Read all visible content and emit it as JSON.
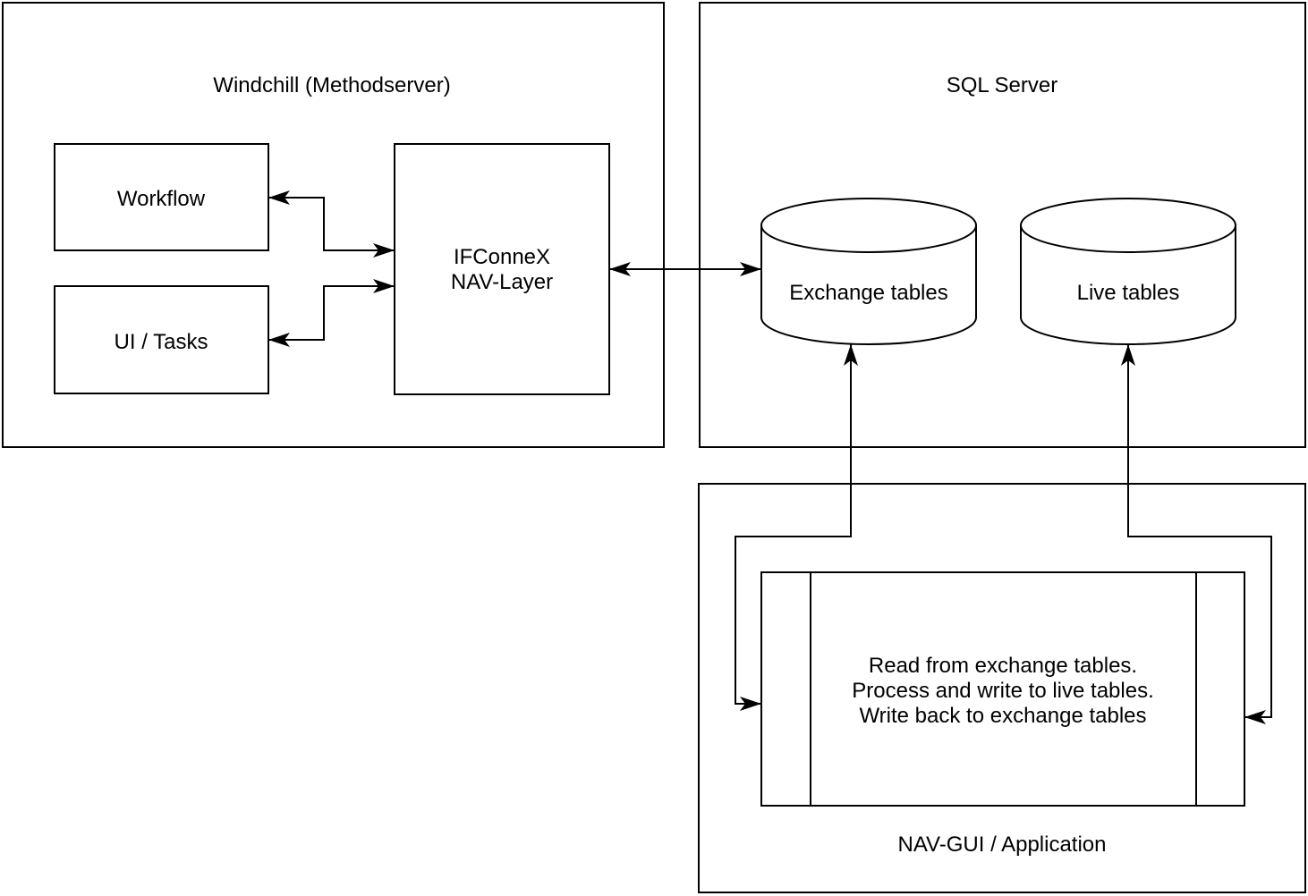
{
  "colors": {
    "stroke": "#000000",
    "canvas": "#ffffff"
  },
  "windchill": {
    "title": "Windchill (Methodserver)",
    "workflow": "Workflow",
    "ui_tasks": "UI / Tasks",
    "ifconnex": {
      "line1": "IFConneX",
      "line2": "NAV-Layer"
    }
  },
  "sql_server": {
    "title": "SQL Server",
    "exchange_tables": "Exchange tables",
    "live_tables": "Live tables"
  },
  "nav_gui": {
    "title": "NAV-GUI / Application",
    "process": {
      "line1": "Read from exchange tables.",
      "line2": "Process and write to live tables.",
      "line3": "Write back to exchange tables"
    }
  }
}
